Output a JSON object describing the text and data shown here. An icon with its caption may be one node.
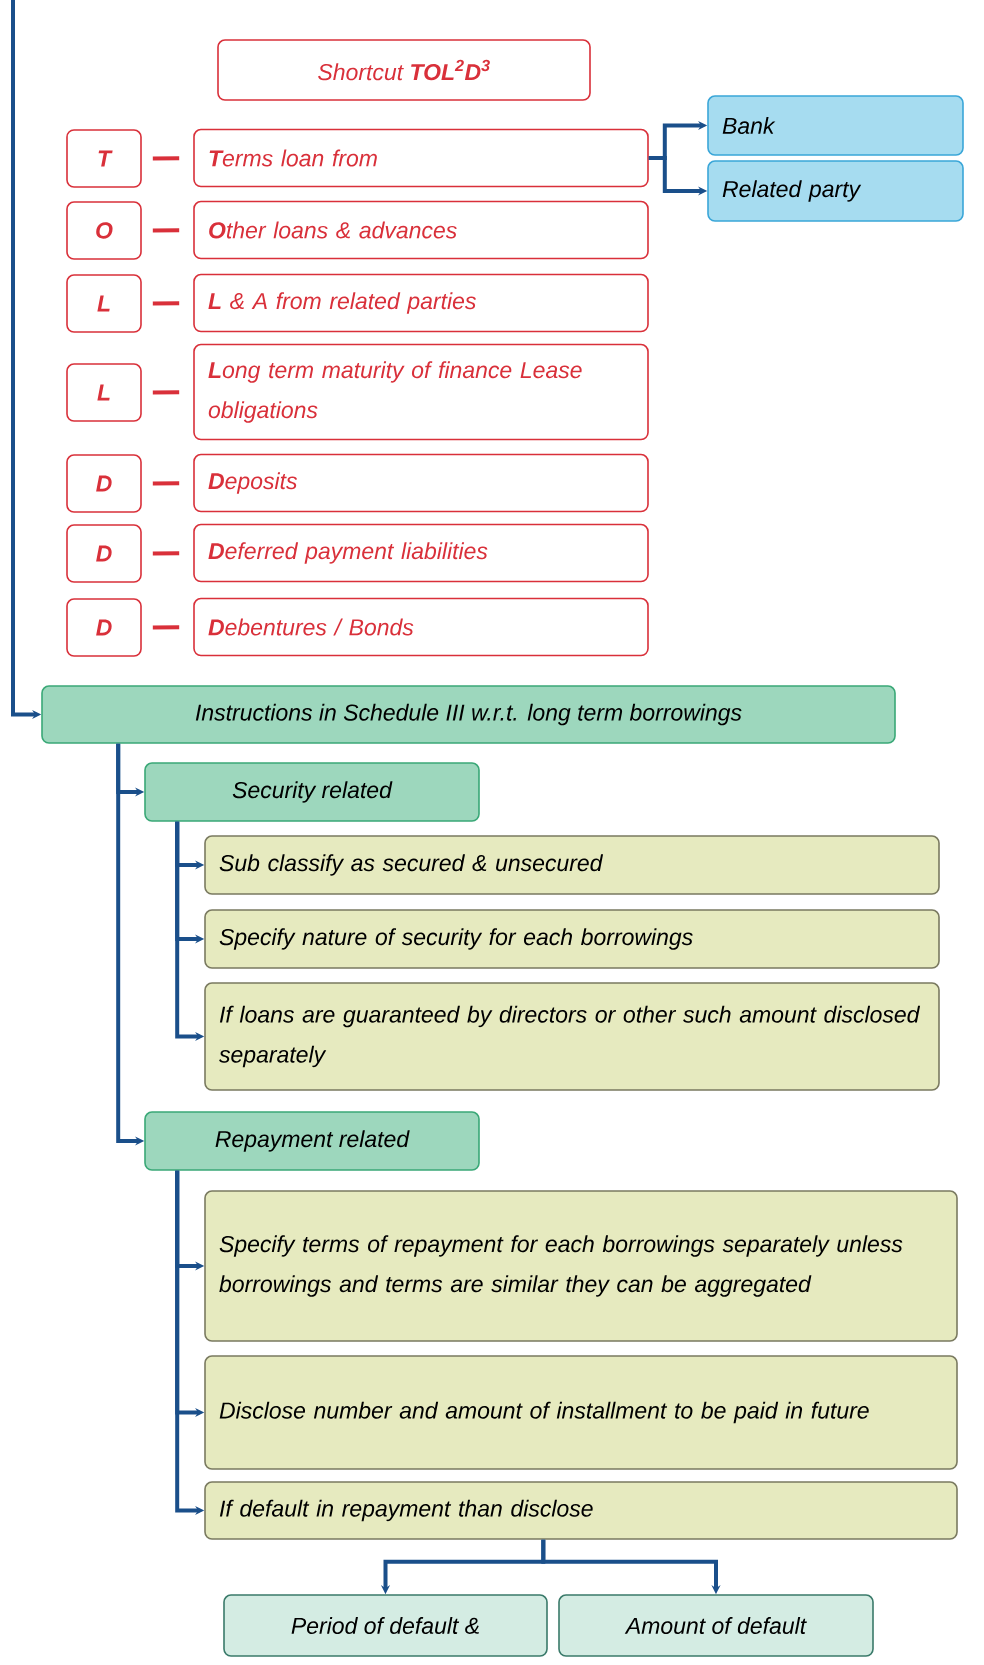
{
  "diagram": {
    "nodes": [
      {
        "text": [
          "Shortcut **TOL$^{2}$D$^{3}$**"
        ]
      },
      {
        "text": [
          "T"
        ]
      },
      {
        "text": [
          "**T**erms loan from"
        ]
      },
      {
        "text": [
          "O"
        ]
      },
      {
        "text": [
          "**O**ther loans & advances"
        ]
      },
      {
        "text": [
          "L"
        ]
      },
      {
        "text": [
          "**L** & A from related parties"
        ]
      },
      {
        "text": [
          "L"
        ]
      },
      {
        "text": [
          "**L**ong term maturity of finance Lease obligations"
        ]
      },
      {
        "text": [
          "D"
        ]
      },
      {
        "text": [
          "**D**eposits"
        ]
      },
      {
        "text": [
          "D"
        ]
      },
      {
        "text": [
          "**D**eferred payment liabilities"
        ]
      },
      {
        "text": [
          "D"
        ]
      },
      {
        "text": [
          "**D**ebentures / Bonds"
        ]
      },
      {
        "text": [
          "Bank"
        ]
      },
      {
        "text": [
          "Related party"
        ]
      },
      {
        "text": [
          "Instructions in Schedule III w.r.t. long term borrowings"
        ]
      },
      {
        "text": [
          "Security related"
        ]
      },
      {
        "text": [
          "Sub classify as secured & unsecured"
        ]
      },
      {
        "text": [
          "Specify nature of security for each borrowings"
        ]
      },
      {
        "text": [
          "If loans are guaranteed by directors or other such amount disclosed separately"
        ]
      },
      {
        "text": [
          "Repayment related"
        ]
      },
      {
        "text": [
          "Specify terms of repayment for each borrowings separately unless borrowings and terms are similar they can be aggregated"
        ]
      },
      {
        "text": [
          "Disclose number and amount of installment to be paid in future"
        ]
      },
      {
        "text": [
          "If default in repayment than disclose"
        ]
      },
      {
        "text": [
          "Period of default &"
        ]
      },
      {
        "text": [
          "Amount of default"
        ]
      }
    ],
    "edges": [
      {
        "from": 1,
        "to": 2,
        "arrow": "none",
        "color": "#d9303a"
      },
      {
        "from": 3,
        "to": 4,
        "arrow": "none",
        "color": "#d9303a"
      },
      {
        "from": 5,
        "to": 6,
        "arrow": "none",
        "color": "#d9303a"
      },
      {
        "from": 7,
        "to": 8,
        "arrow": "none",
        "color": "#d9303a"
      },
      {
        "from": 9,
        "to": 10,
        "arrow": "none",
        "color": "#d9303a"
      },
      {
        "from": 11,
        "to": 12,
        "arrow": "none",
        "color": "#d9303a"
      },
      {
        "from": 13,
        "to": 14,
        "arrow": "none",
        "color": "#d9303a"
      },
      {
        "from": 2,
        "to": 15,
        "arrow": "to"
      },
      {
        "from": 2,
        "to": 16,
        "arrow": "to"
      },
      {
        "from": null,
        "to": 17,
        "arrow": "to"
      },
      {
        "from": 17,
        "to": 18,
        "arrow": "to"
      },
      {
        "from": 17,
        "to": 22,
        "arrow": "to"
      },
      {
        "from": 18,
        "to": 19,
        "arrow": "to"
      },
      {
        "from": 18,
        "to": 20,
        "arrow": "to"
      },
      {
        "from": 18,
        "to": 21,
        "arrow": "to"
      },
      {
        "from": 22,
        "to": 23,
        "arrow": "to"
      },
      {
        "from": 22,
        "to": 24,
        "arrow": "to"
      },
      {
        "from": 22,
        "to": 25,
        "arrow": "to"
      },
      {
        "from": 25,
        "to": 26,
        "arrow": "to"
      },
      {
        "from": 25,
        "to": 27,
        "arrow": "to"
      }
    ]
  }
}
